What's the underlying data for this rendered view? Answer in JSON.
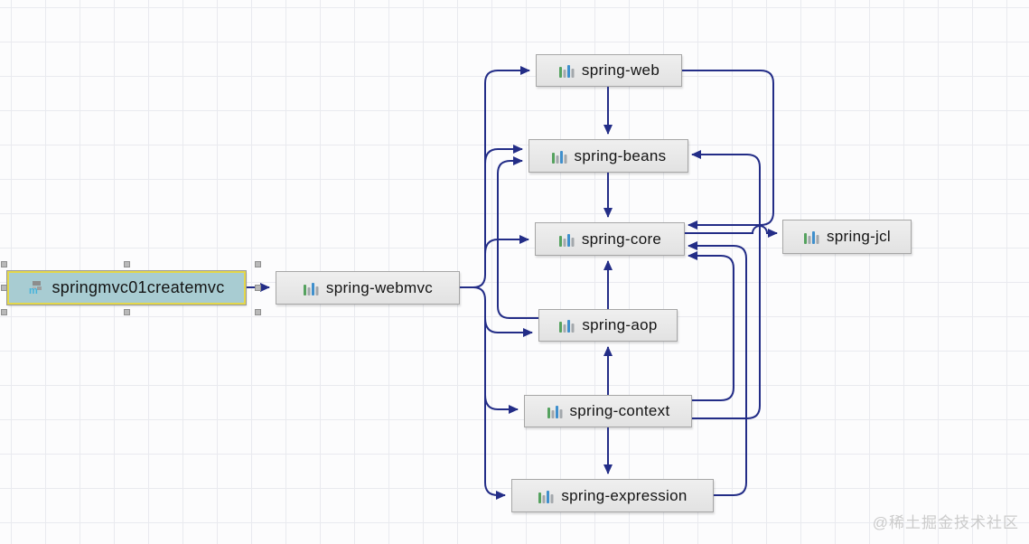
{
  "diagram": {
    "type": "maven-dependency-graph",
    "selected_node": "springmvc01createmvc",
    "nodes": [
      {
        "id": "springmvc01createmvc",
        "label": "springmvc01createmvc",
        "kind": "module",
        "icon": "maven-module-icon",
        "selected": true
      },
      {
        "id": "spring-webmvc",
        "label": "spring-webmvc",
        "kind": "library",
        "icon": "library-icon",
        "selected": false
      },
      {
        "id": "spring-web",
        "label": "spring-web",
        "kind": "library",
        "icon": "library-icon",
        "selected": false
      },
      {
        "id": "spring-beans",
        "label": "spring-beans",
        "kind": "library",
        "icon": "library-icon",
        "selected": false
      },
      {
        "id": "spring-core",
        "label": "spring-core",
        "kind": "library",
        "icon": "library-icon",
        "selected": false
      },
      {
        "id": "spring-jcl",
        "label": "spring-jcl",
        "kind": "library",
        "icon": "library-icon",
        "selected": false
      },
      {
        "id": "spring-aop",
        "label": "spring-aop",
        "kind": "library",
        "icon": "library-icon",
        "selected": false
      },
      {
        "id": "spring-context",
        "label": "spring-context",
        "kind": "library",
        "icon": "library-icon",
        "selected": false
      },
      {
        "id": "spring-expression",
        "label": "spring-expression",
        "kind": "library",
        "icon": "library-icon",
        "selected": false
      }
    ],
    "edges": [
      {
        "from": "springmvc01createmvc",
        "to": "spring-webmvc"
      },
      {
        "from": "spring-webmvc",
        "to": "spring-web"
      },
      {
        "from": "spring-webmvc",
        "to": "spring-beans"
      },
      {
        "from": "spring-webmvc",
        "to": "spring-core"
      },
      {
        "from": "spring-webmvc",
        "to": "spring-aop"
      },
      {
        "from": "spring-webmvc",
        "to": "spring-context"
      },
      {
        "from": "spring-webmvc",
        "to": "spring-expression"
      },
      {
        "from": "spring-web",
        "to": "spring-beans"
      },
      {
        "from": "spring-web",
        "to": "spring-core"
      },
      {
        "from": "spring-beans",
        "to": "spring-core"
      },
      {
        "from": "spring-aop",
        "to": "spring-beans"
      },
      {
        "from": "spring-aop",
        "to": "spring-core"
      },
      {
        "from": "spring-context",
        "to": "spring-aop"
      },
      {
        "from": "spring-context",
        "to": "spring-beans"
      },
      {
        "from": "spring-context",
        "to": "spring-core"
      },
      {
        "from": "spring-context",
        "to": "spring-expression"
      },
      {
        "from": "spring-expression",
        "to": "spring-core"
      },
      {
        "from": "spring-core",
        "to": "spring-jcl"
      }
    ],
    "colors": {
      "edge": "#232d87",
      "node_bg": "#e9e9e9",
      "node_border": "#a6a6a6",
      "selected_bg": "#a8ccd2",
      "selected_border": "#e3d74b",
      "grid": "#e9eaef",
      "text": "#141414",
      "watermark": "#cbcbcb",
      "icon_green": "#55a25f",
      "icon_blue": "#3f8fcc",
      "icon_gray": "#a3a8ac",
      "maven_m_blue": "#45b3dc"
    }
  },
  "watermark": {
    "text": "@稀土掘金技术社区"
  }
}
